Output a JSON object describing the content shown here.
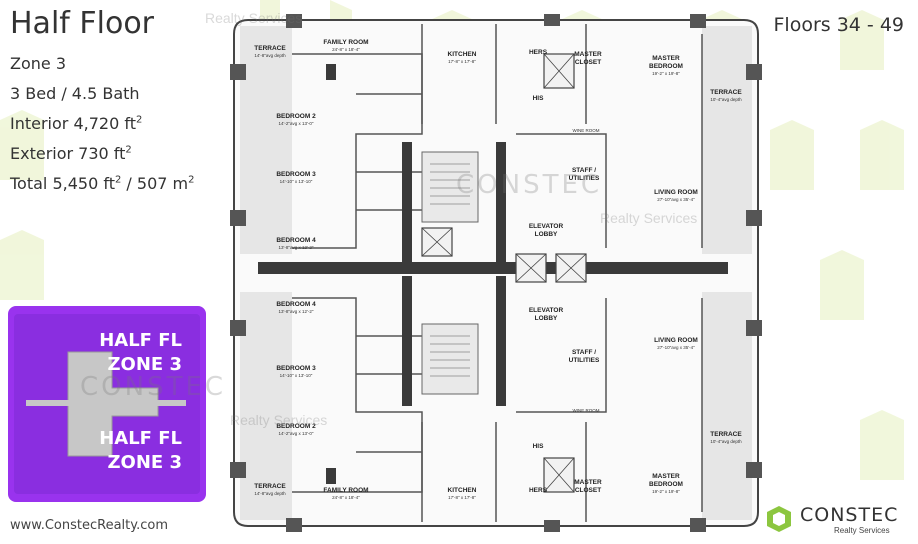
{
  "header": {
    "title": "Half Floor",
    "floors": "Floors 34 - 49"
  },
  "specs": {
    "zone": "Zone 3",
    "beds_baths": "3 Bed / 4.5 Bath",
    "interior_label": "Interior 4,720 ft",
    "exterior_label": "Exterior 730 ft",
    "total_label": "Total 5,450 ft",
    "total_metric": " / 507 m",
    "squared": "2"
  },
  "keyplan": {
    "top_line1": "HALF FL",
    "top_line2": "ZONE 3",
    "bottom_line1": "HALF FL",
    "bottom_line2": "ZONE 3",
    "color": "#9933ee"
  },
  "footer": {
    "website": "www.ConstecRealty.com",
    "logo_text": "CONSTEC",
    "logo_sub": "Realty Services",
    "logo_color": "#8cc63f"
  },
  "watermark": {
    "brand": "CONSTEC",
    "sub": "Realty Services"
  },
  "plan": {
    "rooms": {
      "terrace_tl": "TERRACE",
      "terrace_tl_dim": "14'-8\"avg depth",
      "family_top": "FAMILY ROOM",
      "family_top_dim": "24'-8\" x 18'-4\"",
      "kitchen_top": "KITCHEN",
      "kitchen_top_dim": "17'-8\" x 17'-8\"",
      "hers_top": "HERS",
      "his_top": "HIS",
      "closet_top": "MASTER",
      "closet_top2": "CLOSET",
      "master_top": "MASTER",
      "master_top2": "BEDROOM",
      "master_top_dim": "19'-2\" x 19'-8\"",
      "terrace_tr": "TERRACE",
      "terrace_tr_dim": "10'-4\"avg depth",
      "bed2_top": "BEDROOM 2",
      "bed2_top_dim": "14'-2\"avg x 13'-0\"",
      "bed3_top": "BEDROOM 3",
      "bed3_top_dim": "14'-10\" x 13'-10\"",
      "bed4_top": "BEDROOM 4",
      "bed4_top_dim": "13'-8\"avg x 12'-2\"",
      "bed4_bot": "BEDROOM 4",
      "bed4_bot_dim": "13'-8\"avg x 12'-2\"",
      "bed3_bot": "BEDROOM 3",
      "bed3_bot_dim": "14'-10\" x 13'-10\"",
      "bed2_bot": "BEDROOM 2",
      "bed2_bot_dim": "14'-2\"avg x 13'-0\"",
      "wine_top": "WINE ROOM",
      "staff_top": "STAFF /",
      "staff_top2": "UTILITIES",
      "living_top": "LIVING ROOM",
      "living_top_dim": "27'-10\"avg x 35'-4\"",
      "lobby_top": "ELEVATOR",
      "lobby_top2": "LOBBY",
      "lobby_bot": "ELEVATOR",
      "lobby_bot2": "LOBBY",
      "living_bot": "LIVING ROOM",
      "living_bot_dim": "27'-10\"avg x 35'-4\"",
      "staff_bot": "STAFF /",
      "staff_bot2": "UTILITIES",
      "wine_bot": "WINE ROOM",
      "terrace_br": "TERRACE",
      "terrace_br_dim": "10'-4\"avg depth",
      "his_bot": "HIS",
      "hers_bot": "HERS",
      "closet_bot": "MASTER",
      "closet_bot2": "CLOSET",
      "master_bot": "MASTER",
      "master_bot2": "BEDROOM",
      "master_bot_dim": "19'-2\" x 19'-8\"",
      "kitchen_bot": "KITCHEN",
      "kitchen_bot_dim": "17'-8\" x 17'-8\"",
      "family_bot": "FAMILY ROOM",
      "family_bot_dim": "24'-8\" x 18'-4\"",
      "terrace_bl": "TERRACE",
      "terrace_bl_dim": "14'-8\"avg depth"
    }
  }
}
